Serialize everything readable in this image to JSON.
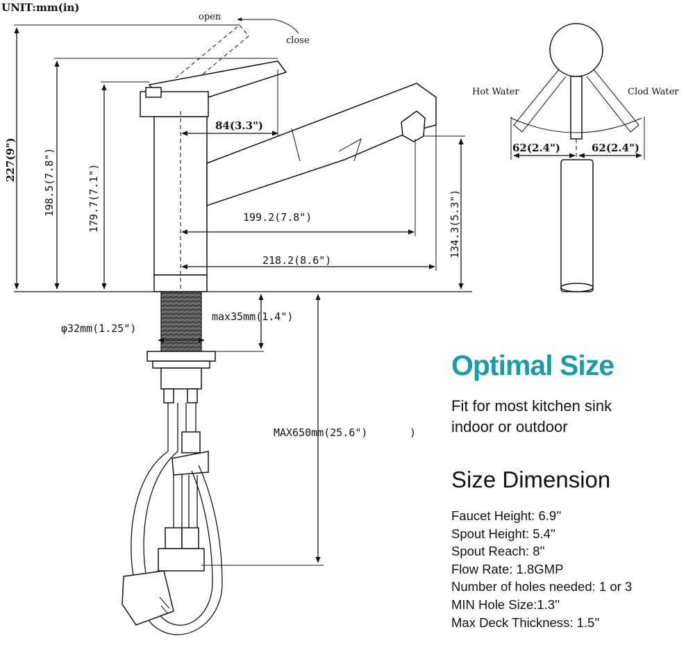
{
  "drawing": {
    "unit_label": "UNIT:mm(in)",
    "open_label": "open",
    "close_label": "close",
    "hot_water_label": "Hot Water",
    "cold_water_label": "Clod Water",
    "dim_total_height": "227(9\")",
    "dim_198": "198.5(7.8\")",
    "dim_179": "179.7(7.1\")",
    "dim_84": "84(3.3\")",
    "dim_199": "199.2(7.8\")",
    "dim_218": "218.2(8.6\")",
    "dim_134": "134.3(5.3\")",
    "dim_62_left": "62(2.4\")",
    "dim_62_right": "62(2.4\")",
    "dim_max35": "max35mm(1.4\")",
    "dim_32mm": "φ32mm(1.25\")",
    "dim_max650": "MAX650mm(25.6\")",
    "dim_max650_close": ")"
  },
  "panel": {
    "title": "Optimal Size",
    "subtitle_line1": "Fit for most kitchen sink",
    "subtitle_line2": "indoor or outdoor",
    "section_title": "Size Dimension",
    "specs": [
      "Faucet Height: 6.9''",
      "Spout Height: 5.4''",
      "Spout Reach: 8''",
      "Flow Rate: 1.8GMP",
      "Number of holes needed: 1 or 3",
      "MIN Hole Size:1.3''",
      "Max Deck Thickness: 1.5''"
    ]
  },
  "colors": {
    "accent": "#1a9da6",
    "line": "#111111"
  }
}
